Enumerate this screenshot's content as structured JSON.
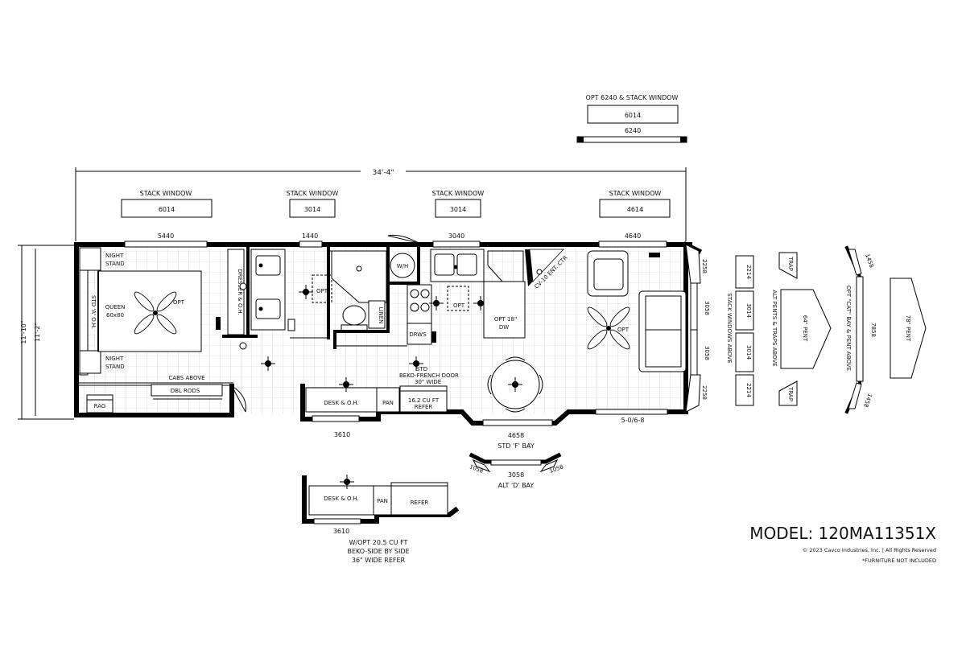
{
  "overall_width": "34'-4\"",
  "overall_depth_outer": "11'-10\"",
  "overall_depth_inner": "11'-2\"",
  "stack_window_label": "STACK WINDOW",
  "stack_windows": [
    "6014",
    "3014",
    "3014",
    "4614"
  ],
  "opt_stack": {
    "title": "OPT 6240 & STACK WINDOW",
    "upper": "6014",
    "lower": "6240"
  },
  "windows_top": [
    "5440",
    "1440",
    "3040",
    "4640"
  ],
  "rooms": {
    "night_stand_top": "NIGHT STAND",
    "night_stand_bottom": "NIGHT STAND",
    "std_a_oh": "STD 'A' O.H.",
    "bed_name": "QUEEN",
    "bed_size": "60x80",
    "fan_opt": "OPT",
    "dresser": "DRESSER & O.H.",
    "cabs_above": "CABS ABOVE",
    "dbl_rods": "DBL RODS",
    "rag": "RAG",
    "opt_light": "OPT",
    "linen": "LINEN",
    "wh": "W/H",
    "drws": "DRWS",
    "cv10": "CV-10 ENT. CTR",
    "dw": "OPT 18\" DW",
    "living_fan": "OPT",
    "desk": "DESK & O.H.",
    "pan": "PAN",
    "refer_size": "16.2 CU FT",
    "refer": "REFER",
    "std_refer_note": [
      "STD",
      "BEKO-FRENCH DOOR",
      "30\" WIDE"
    ]
  },
  "bottom_labels": {
    "w3610": "3610",
    "w4658": "4658",
    "std_f_bay": "STD 'F' BAY",
    "slider": "5-0/6-8",
    "w1058_left": "1058",
    "w1058_right": "1058",
    "w3058": "3058",
    "alt_d_bay": "ALT 'D' BAY"
  },
  "right_side": {
    "w2258_top": "2258",
    "w3058_a": "3058",
    "w3058_b": "3058",
    "w2258_bottom": "2258",
    "stack_windows_above": "STACK WINDOWS ABOVE",
    "stack_vals": [
      "2214",
      "3014",
      "3014",
      "2214"
    ],
    "trap_top": "TRAP",
    "trap_bottom": "TRAP",
    "alt_pents": "ALT PENTS & TRAPS ABOVE",
    "pent64": "64\" PENT",
    "w1458_top": "1458",
    "w7858": "7858",
    "w1458_bottom": "1458",
    "opt_cat_bay": "OPT \"CAT\" BAY & PENT ABOVE",
    "pent78": "78\" PENT"
  },
  "alt_kitchen": {
    "desk": "DESK & O.H.",
    "pan": "PAN",
    "refer": "REFER",
    "w3610": "3610",
    "note": [
      "W/OPT 20.5 CU FT",
      "BEKO-SIDE BY SIDE",
      "36\" WIDE REFER"
    ]
  },
  "model": "MODEL: 120MA11351X",
  "copyright": "© 2023 Cavco Industries, Inc. | All Rights Reserved",
  "furniture_note": "*FURNITURE NOT INCLUDED"
}
